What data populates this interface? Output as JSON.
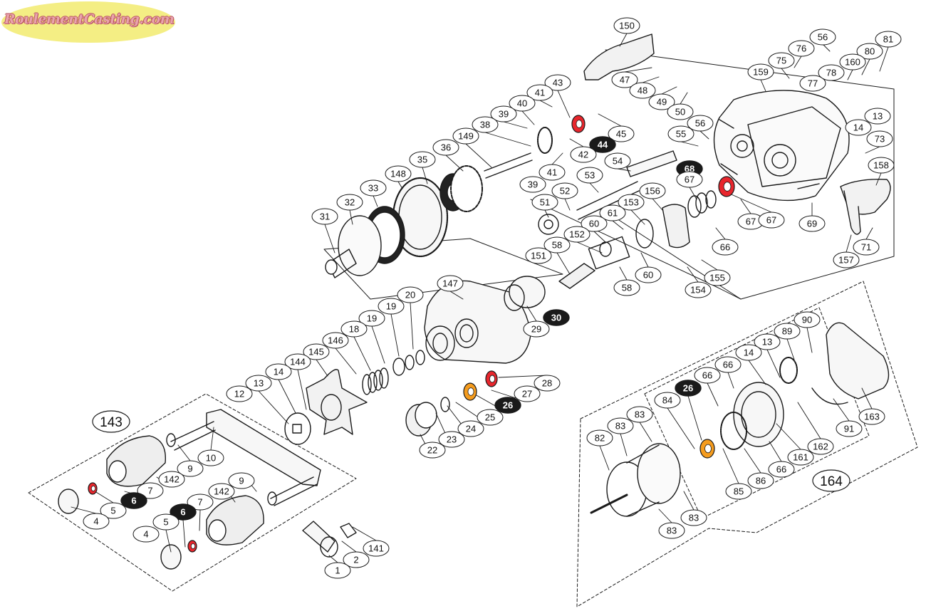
{
  "logo": {
    "text": "RoulementCasting.com"
  },
  "colors": {
    "bearing_red": "#e8262d",
    "bearing_orange": "#f59c1e",
    "line": "#1a1a1a",
    "logo_bg": "#f4ee84",
    "logo_text": "#e9a3ad"
  },
  "group_labels": [
    {
      "id": "group-143",
      "text": "143"
    },
    {
      "id": "group-164",
      "text": "164"
    }
  ],
  "callouts": [
    {
      "n": "150",
      "bearing": false
    },
    {
      "n": "56",
      "bearing": false
    },
    {
      "n": "81",
      "bearing": false
    },
    {
      "n": "76",
      "bearing": false
    },
    {
      "n": "75",
      "bearing": false
    },
    {
      "n": "80",
      "bearing": false
    },
    {
      "n": "159",
      "bearing": false
    },
    {
      "n": "160",
      "bearing": false
    },
    {
      "n": "47",
      "bearing": false
    },
    {
      "n": "48",
      "bearing": false
    },
    {
      "n": "49",
      "bearing": false
    },
    {
      "n": "50",
      "bearing": false
    },
    {
      "n": "77",
      "bearing": false
    },
    {
      "n": "78",
      "bearing": false
    },
    {
      "n": "13",
      "bearing": false
    },
    {
      "n": "14",
      "bearing": false
    },
    {
      "n": "43",
      "bearing": false
    },
    {
      "n": "41",
      "bearing": false
    },
    {
      "n": "40",
      "bearing": false
    },
    {
      "n": "39",
      "bearing": false
    },
    {
      "n": "38",
      "bearing": false
    },
    {
      "n": "149",
      "bearing": false
    },
    {
      "n": "36",
      "bearing": false
    },
    {
      "n": "35",
      "bearing": false
    },
    {
      "n": "148",
      "bearing": false
    },
    {
      "n": "33",
      "bearing": false
    },
    {
      "n": "32",
      "bearing": false
    },
    {
      "n": "31",
      "bearing": false
    },
    {
      "n": "45",
      "bearing": false
    },
    {
      "n": "44",
      "bearing": true
    },
    {
      "n": "42",
      "bearing": false
    },
    {
      "n": "41",
      "bearing": false
    },
    {
      "n": "39",
      "bearing": false
    },
    {
      "n": "56",
      "bearing": false
    },
    {
      "n": "55",
      "bearing": false
    },
    {
      "n": "54",
      "bearing": false
    },
    {
      "n": "68",
      "bearing": true
    },
    {
      "n": "73",
      "bearing": false
    },
    {
      "n": "158",
      "bearing": false
    },
    {
      "n": "53",
      "bearing": false
    },
    {
      "n": "52",
      "bearing": false
    },
    {
      "n": "51",
      "bearing": false
    },
    {
      "n": "67",
      "bearing": false
    },
    {
      "n": "156",
      "bearing": false
    },
    {
      "n": "153",
      "bearing": false
    },
    {
      "n": "61",
      "bearing": false
    },
    {
      "n": "60",
      "bearing": false
    },
    {
      "n": "152",
      "bearing": false
    },
    {
      "n": "58",
      "bearing": false
    },
    {
      "n": "151",
      "bearing": false
    },
    {
      "n": "60",
      "bearing": false
    },
    {
      "n": "58",
      "bearing": false
    },
    {
      "n": "67",
      "bearing": false
    },
    {
      "n": "67",
      "bearing": false
    },
    {
      "n": "69",
      "bearing": false
    },
    {
      "n": "66",
      "bearing": false
    },
    {
      "n": "155",
      "bearing": false
    },
    {
      "n": "154",
      "bearing": false
    },
    {
      "n": "157",
      "bearing": false
    },
    {
      "n": "71",
      "bearing": false
    },
    {
      "n": "147",
      "bearing": false
    },
    {
      "n": "20",
      "bearing": false
    },
    {
      "n": "19",
      "bearing": false
    },
    {
      "n": "19",
      "bearing": false
    },
    {
      "n": "18",
      "bearing": false
    },
    {
      "n": "146",
      "bearing": false
    },
    {
      "n": "145",
      "bearing": false
    },
    {
      "n": "144",
      "bearing": false
    },
    {
      "n": "14",
      "bearing": false
    },
    {
      "n": "13",
      "bearing": false
    },
    {
      "n": "12",
      "bearing": false
    },
    {
      "n": "30",
      "bearing": true
    },
    {
      "n": "29",
      "bearing": false
    },
    {
      "n": "28",
      "bearing": false
    },
    {
      "n": "27",
      "bearing": false
    },
    {
      "n": "26",
      "bearing": true
    },
    {
      "n": "25",
      "bearing": false
    },
    {
      "n": "24",
      "bearing": false
    },
    {
      "n": "23",
      "bearing": false
    },
    {
      "n": "22",
      "bearing": false
    },
    {
      "n": "9",
      "bearing": false
    },
    {
      "n": "10",
      "bearing": false
    },
    {
      "n": "142",
      "bearing": false
    },
    {
      "n": "7",
      "bearing": false
    },
    {
      "n": "6",
      "bearing": true
    },
    {
      "n": "5",
      "bearing": false
    },
    {
      "n": "4",
      "bearing": false
    },
    {
      "n": "9",
      "bearing": false
    },
    {
      "n": "142",
      "bearing": false
    },
    {
      "n": "7",
      "bearing": false
    },
    {
      "n": "6",
      "bearing": true
    },
    {
      "n": "5",
      "bearing": false
    },
    {
      "n": "4",
      "bearing": false
    },
    {
      "n": "141",
      "bearing": false
    },
    {
      "n": "2",
      "bearing": false
    },
    {
      "n": "1",
      "bearing": false
    },
    {
      "n": "90",
      "bearing": false
    },
    {
      "n": "89",
      "bearing": false
    },
    {
      "n": "13",
      "bearing": false
    },
    {
      "n": "14",
      "bearing": false
    },
    {
      "n": "66",
      "bearing": false
    },
    {
      "n": "66",
      "bearing": false
    },
    {
      "n": "26",
      "bearing": true
    },
    {
      "n": "84",
      "bearing": false
    },
    {
      "n": "83",
      "bearing": false
    },
    {
      "n": "82",
      "bearing": false
    },
    {
      "n": "83",
      "bearing": false
    },
    {
      "n": "85",
      "bearing": false
    },
    {
      "n": "86",
      "bearing": false
    },
    {
      "n": "66",
      "bearing": false
    },
    {
      "n": "161",
      "bearing": false
    },
    {
      "n": "162",
      "bearing": false
    },
    {
      "n": "91",
      "bearing": false
    },
    {
      "n": "163",
      "bearing": false
    },
    {
      "n": "83",
      "bearing": false
    },
    {
      "n": "83",
      "bearing": false
    }
  ]
}
